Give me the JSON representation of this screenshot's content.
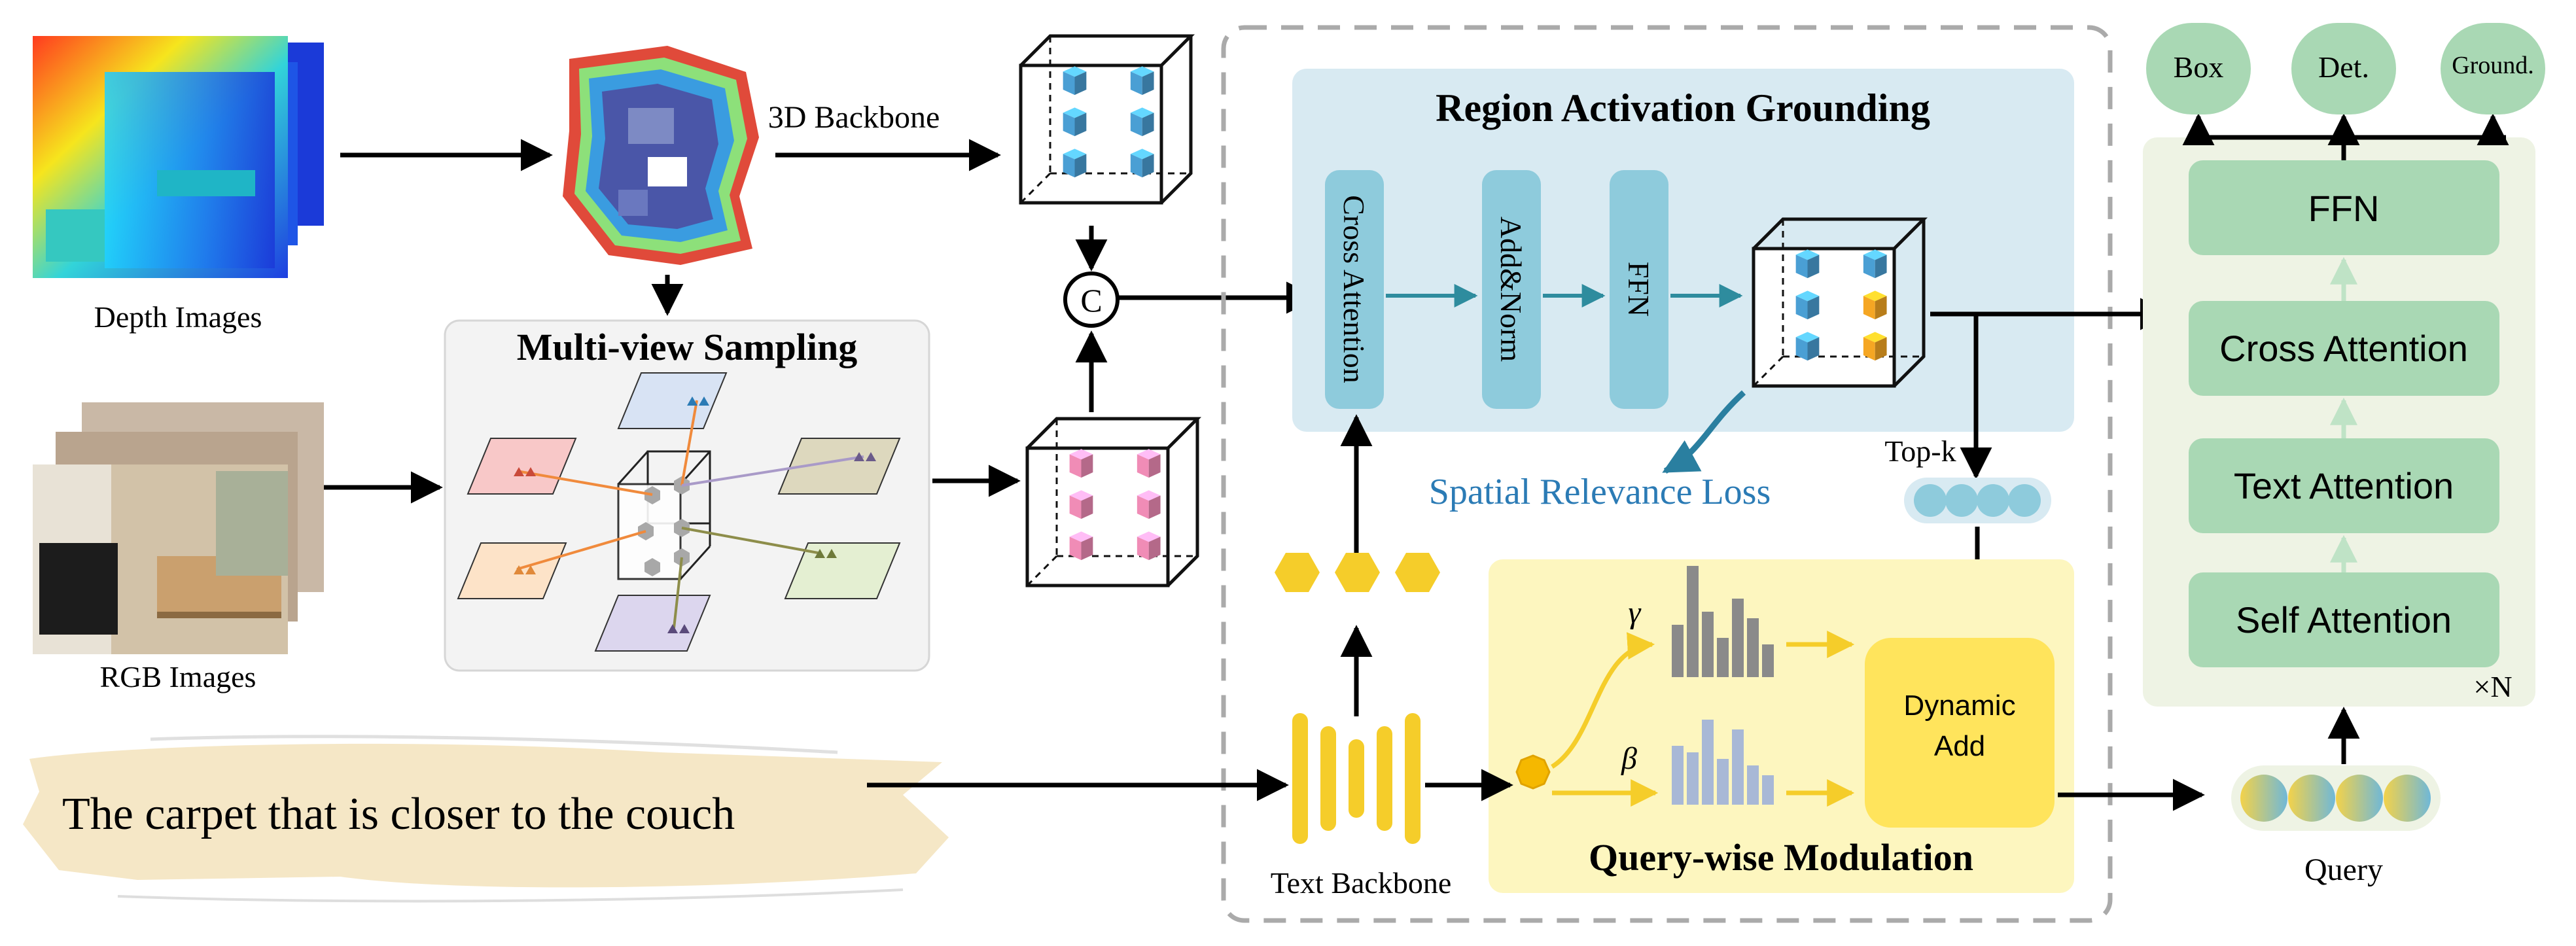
{
  "inputs": {
    "depth_label": "Depth Images",
    "rgb_label": "RGB Images",
    "query_text": "The carpet that is closer to the couch"
  },
  "backbone_3d": {
    "label": "3D Backbone"
  },
  "concat": {
    "symbol": "C"
  },
  "multiview": {
    "title": "Multi-view Sampling"
  },
  "rag": {
    "title": "Region Activation Grounding",
    "blocks": [
      "Cross Attention",
      "Add&Norm",
      "FFN"
    ],
    "loss_label": "Spatial Relevance Loss",
    "topk_label": "Top-k"
  },
  "text_backbone": {
    "label": "Text Backbone"
  },
  "qwm": {
    "title": "Query-wise Modulation",
    "gamma": "γ",
    "beta": "β",
    "dynamic_add_line1": "Dynamic",
    "dynamic_add_line2": "Add"
  },
  "decoder": {
    "layers": [
      "FFN",
      "Cross Attention",
      "Text Attention",
      "Self Attention"
    ],
    "repeat": "×N",
    "query_label": "Query"
  },
  "heads": [
    "Box",
    "Det.",
    "Ground."
  ],
  "colors": {
    "rag_bg": "#d8eaf2",
    "rag_block": "#8ecbdc",
    "qwm_bg": "#fdf6bf",
    "dynamic_add": "#ffe45c",
    "decoder_bg": "#eef3e4",
    "decoder_block": "#a9d8b4",
    "head": "#a9d8b4",
    "loss_text": "#2b7bb5",
    "yellow": "#f5cd2a",
    "blue_cube": "#4a9fd4",
    "orange_cube": "#f5a623",
    "pink_cube": "#f08cb6"
  }
}
